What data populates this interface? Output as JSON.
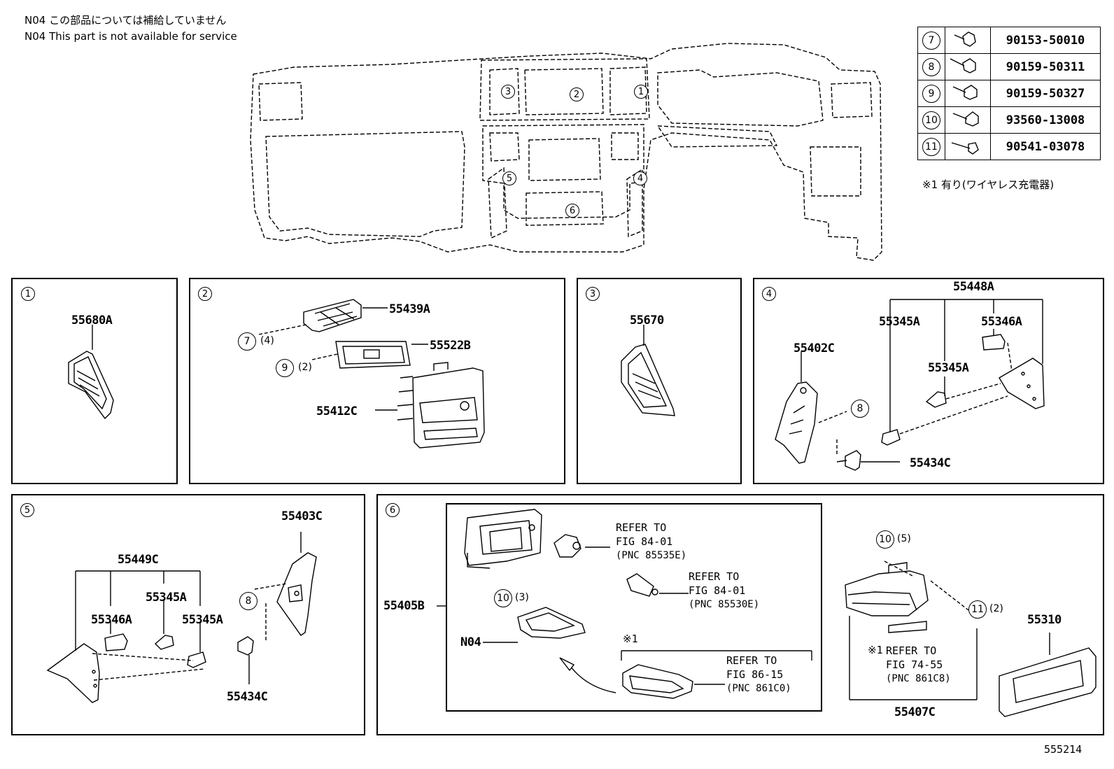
{
  "notes": {
    "jp": "N04 この部品については補給していません",
    "en": "N04 This part is not available for service"
  },
  "bolt_table": [
    {
      "ref": "7",
      "part": "90153-50010"
    },
    {
      "ref": "8",
      "part": "90159-50311"
    },
    {
      "ref": "9",
      "part": "90159-50327"
    },
    {
      "ref": "10",
      "part": "93560-13008"
    },
    {
      "ref": "11",
      "part": "90541-03078"
    }
  ],
  "wireless_note": "※1 有り(ワイヤレス充電器)",
  "overview_callouts": [
    "1",
    "2",
    "3",
    "4",
    "5",
    "6"
  ],
  "panels": {
    "p1": {
      "num": "1",
      "parts": [
        "55680A"
      ]
    },
    "p2": {
      "num": "2",
      "parts": [
        "55439A",
        "55522B",
        "55412C"
      ],
      "qty7": "(4)",
      "qty9": "(2)",
      "ref7": "7",
      "ref9": "9"
    },
    "p3": {
      "num": "3",
      "parts": [
        "55670"
      ]
    },
    "p4": {
      "num": "4",
      "parts": [
        "55448A",
        "55345A",
        "55346A",
        "55345A",
        "55402C",
        "55434C"
      ],
      "ref8": "8"
    },
    "p5": {
      "num": "5",
      "parts": [
        "55403C",
        "55449C",
        "55345A",
        "55346A",
        "55345A",
        "55434C"
      ],
      "ref8": "8"
    },
    "p6": {
      "num": "6",
      "parts": [
        "55405B",
        "55407C",
        "55310"
      ],
      "n04": "N04",
      "ref10a": "10",
      "qty10a": "(3)",
      "ref10b": "10",
      "qty10b": "(5)",
      "ref11": "11",
      "qty11": "(2)",
      "star1": "※1",
      "star1b": "※1",
      "refs": [
        {
          "l1": "REFER TO",
          "l2": "FIG 84-01",
          "l3": "(PNC 85535E)"
        },
        {
          "l1": "REFER TO",
          "l2": "FIG 84-01",
          "l3": "(PNC 85530E)"
        },
        {
          "l1": "REFER TO",
          "l2": "FIG 86-15",
          "l3": "(PNC 861C0)"
        },
        {
          "l1": "REFER TO",
          "l2": "FIG 74-55",
          "l3": "(PNC 861C8)"
        }
      ]
    }
  },
  "figure_number": "555214"
}
